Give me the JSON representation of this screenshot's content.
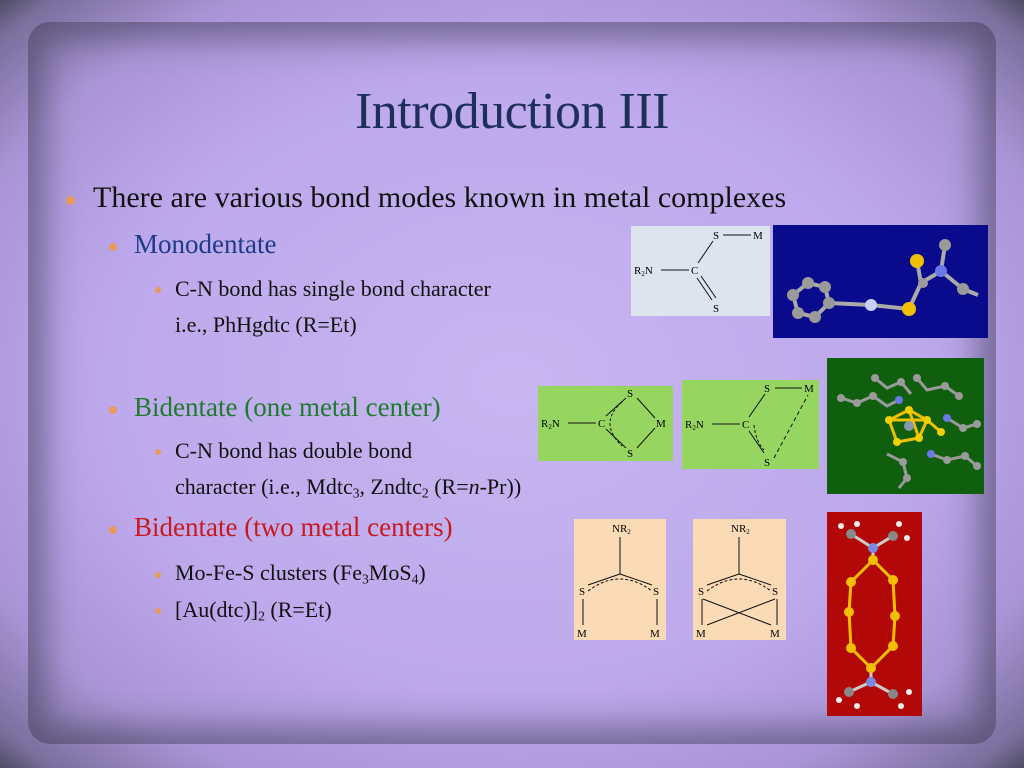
{
  "slide": {
    "title": "Introduction III",
    "bullet1": "There are various bond modes known in metal complexes",
    "mono": {
      "heading": "Monodentate",
      "line1": "C-N bond has single bond character",
      "line2": "i.e., PhHgdtc (R=Et)"
    },
    "bi_one": {
      "heading": "Bidentate (one metal center)",
      "line1": "C-N bond has double bond",
      "line2_a": "character (i.e., Mdtc",
      "line2_sub1": "3",
      "line2_b": ", Zndtc",
      "line2_sub2": "2",
      "line2_c": " (R=",
      "line2_n": "n",
      "line2_d": "-Pr))"
    },
    "bi_two": {
      "heading": "Bidentate (two metal centers)",
      "item1_a": "Mo-Fe-S clusters (Fe",
      "item1_sub1": "3",
      "item1_b": "MoS",
      "item1_sub2": "4",
      "item1_c": ")",
      "item2_a": "[Au(dtc)]",
      "item2_sub": "2",
      "item2_b": " (R=Et)"
    }
  },
  "structures": {
    "R2N": "R",
    "two": "2",
    "N": "N",
    "C": "C",
    "S": "S",
    "M": "M",
    "NR": "NR"
  },
  "colors": {
    "title": "#1f2f5c",
    "bullet_dot": "#e89a5c",
    "mono_heading": "#1f3c88",
    "bi_one_heading": "#1f7a2e",
    "bi_two_heading": "#c8191e",
    "mono_panel": "#dde4ee",
    "bi_one_panel": "#96d660",
    "bi_two_panel": "#fadbb6",
    "model_blue": "#0a0a8c",
    "model_green": "#0f5f0f",
    "model_red": "#b30808"
  }
}
